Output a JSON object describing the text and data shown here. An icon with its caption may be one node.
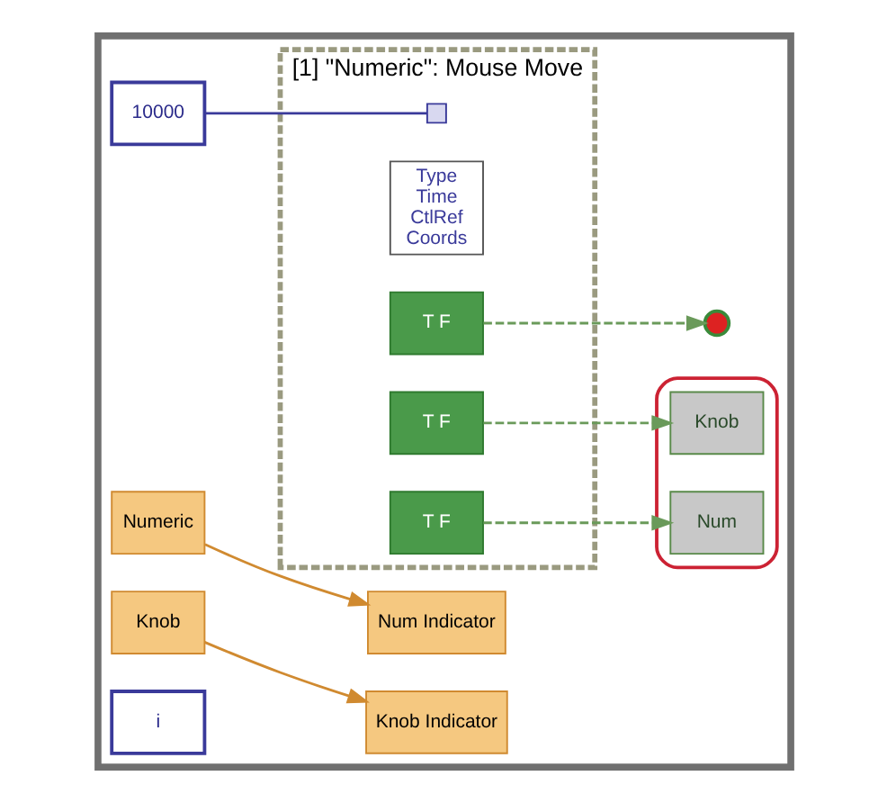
{
  "diagram": {
    "nodes": [
      {
        "text": [],
        "shape": "box"
      },
      {
        "text": [
          "[1] \"Numeric\": Mouse Move"
        ],
        "in": 0
      },
      {
        "text": [
          "10000"
        ],
        "in": 0
      },
      {
        "text": [],
        "shape": "box",
        "in": 1
      },
      {
        "text": [
          "Type",
          "Time",
          "CtlRef",
          "Coords"
        ],
        "in": 1
      },
      {
        "text": [],
        "shape": "box",
        "in": 0
      },
      {
        "text": [
          "T F"
        ],
        "in": 1
      },
      {
        "text": [
          "Knob"
        ],
        "in": 5
      },
      {
        "text": [
          "T F"
        ],
        "in": 1
      },
      {
        "text": [
          "Num"
        ],
        "in": 5
      },
      {
        "text": [
          "T F"
        ],
        "in": 1
      },
      {
        "text": [],
        "shape": "circle",
        "in": 0
      },
      {
        "text": [
          "Numeric"
        ],
        "in": 0
      },
      {
        "text": [
          "Num Indicator"
        ],
        "in": 0
      },
      {
        "text": [
          "Knob"
        ],
        "in": 0
      },
      {
        "text": [
          "Knob Indicator"
        ],
        "in": 0
      },
      {
        "text": [
          "i"
        ],
        "in": 0
      }
    ],
    "edges": [
      {
        "from": 2,
        "to": 3,
        "arrow": "none",
        "color": "#3a3a9a"
      },
      {
        "from": 6,
        "to": 7,
        "arrow": "to",
        "style": "dashed"
      },
      {
        "from": 8,
        "to": 9,
        "arrow": "to",
        "style": "dashed"
      },
      {
        "from": 10,
        "to": 11,
        "arrow": "to",
        "style": "dashed"
      },
      {
        "from": 12,
        "to": 13,
        "arrow": "to",
        "color": "#d08a30"
      },
      {
        "from": 14,
        "to": 15,
        "arrow": "to",
        "color": "#d08a30"
      }
    ]
  }
}
